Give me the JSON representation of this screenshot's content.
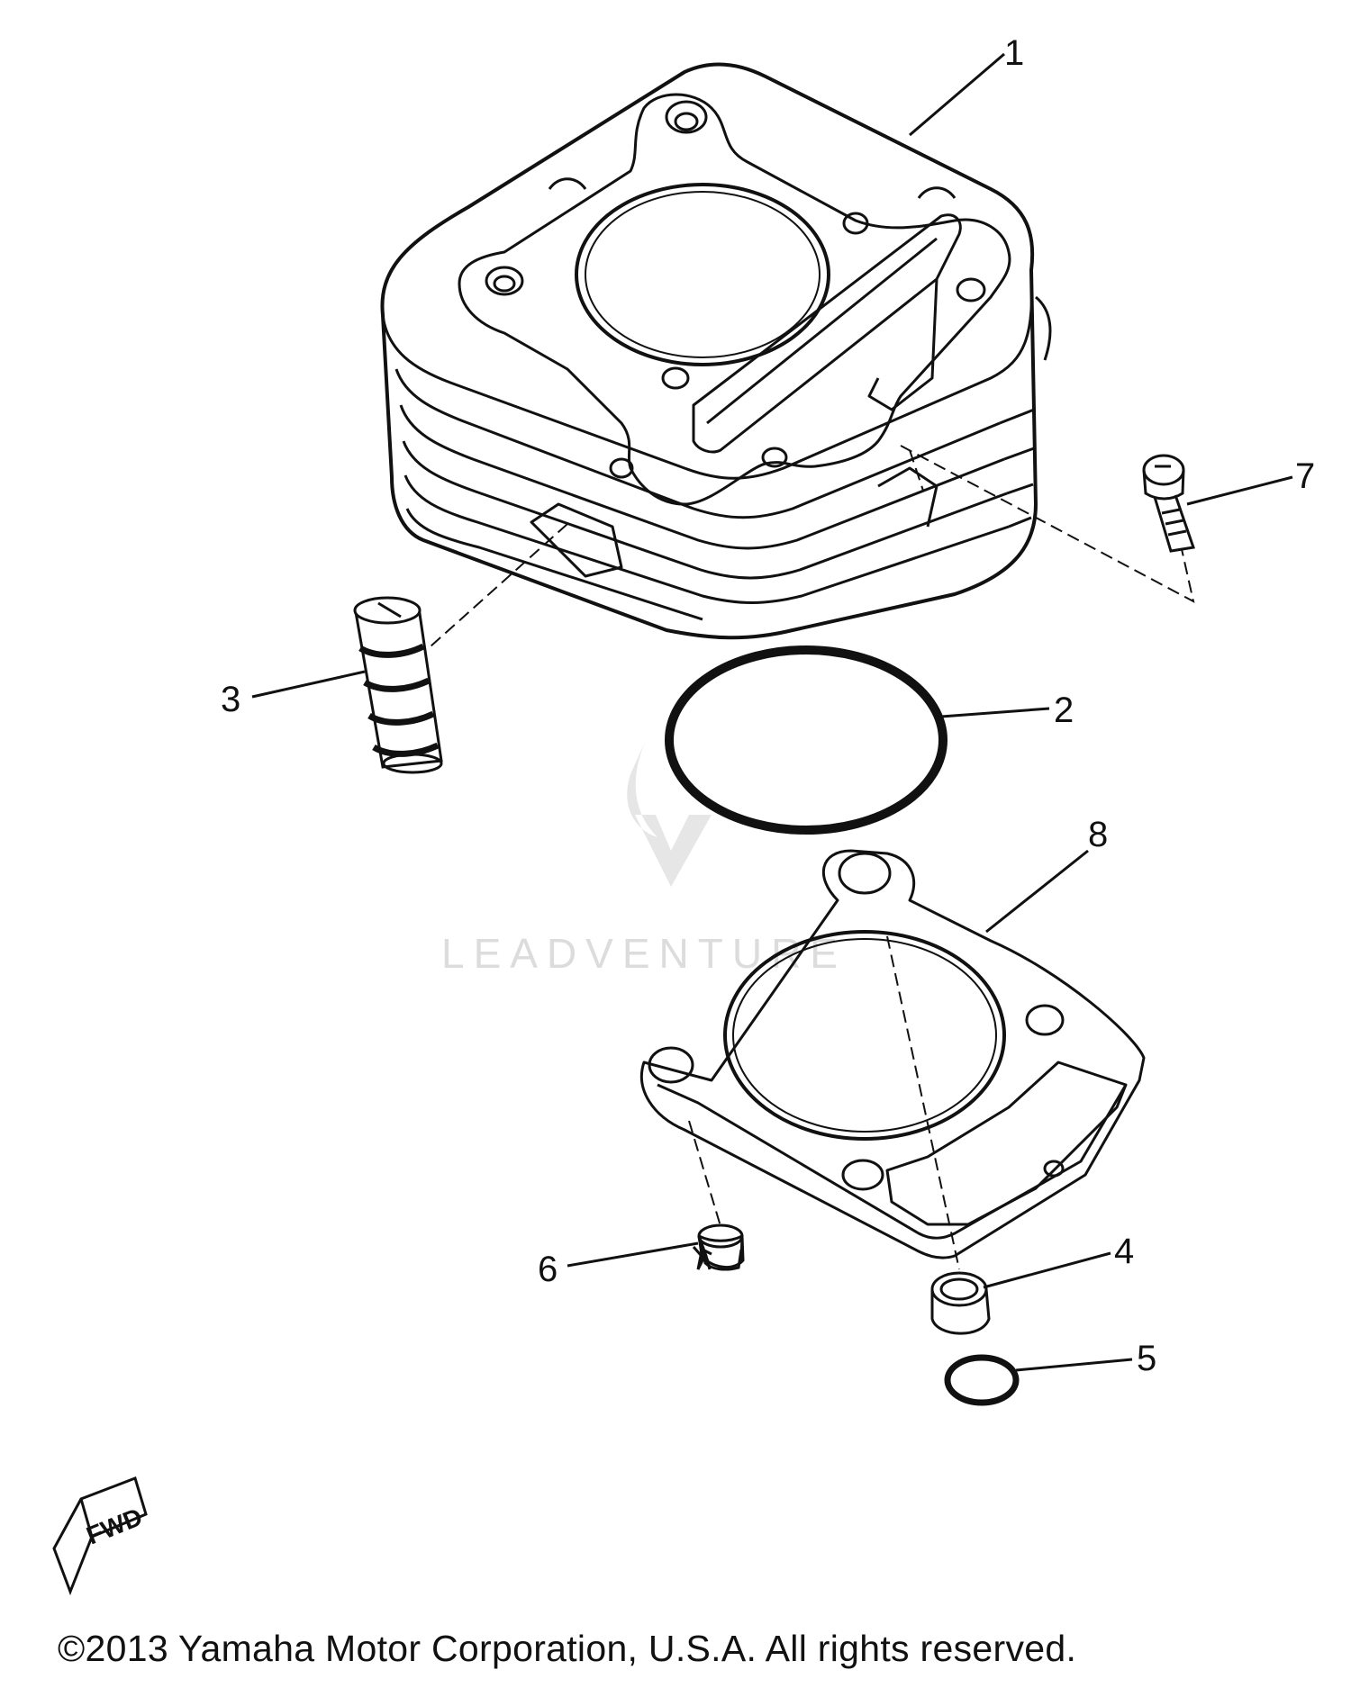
{
  "diagram": {
    "callouts": [
      "1",
      "2",
      "3",
      "4",
      "5",
      "6",
      "7",
      "8"
    ],
    "direction_tag": "FWD",
    "watermark": "LEADVENTURE",
    "copyright": "©2013 Yamaha Motor Corporation, U.S.A. All rights reserved."
  }
}
